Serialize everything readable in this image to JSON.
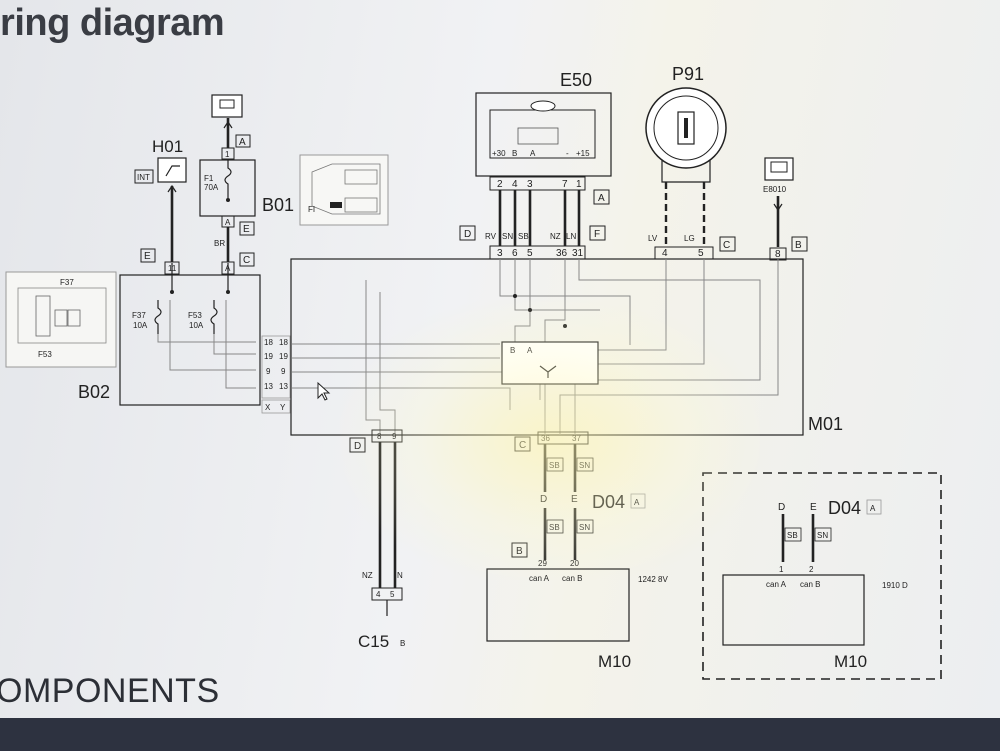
{
  "page": {
    "title": "iring diagram",
    "section_heading": "OMPONENTS"
  },
  "components": {
    "H01": {
      "name": "H01",
      "switch_label": "INT",
      "pin": "11",
      "conn": "E"
    },
    "B01": {
      "name": "B01",
      "fuse": "F1",
      "rating": "70A",
      "conn_a_top": "A",
      "pin_top": "1",
      "conn_a": "A",
      "conn_e": "E",
      "wire": "BR",
      "pin_bottom": "A",
      "conn_c": "C"
    },
    "B02": {
      "name": "B02",
      "fuse1": "F37",
      "fuse1_rating": "10A",
      "fuse2": "F53",
      "fuse2_rating": "10A",
      "thumb_top": "F37",
      "thumb_bottom": "F53",
      "conn_x": "X",
      "conn_y": "Y",
      "pins_left": [
        "18",
        "19",
        "9",
        "13"
      ],
      "pins_right": [
        "18",
        "19",
        "9",
        "13"
      ]
    },
    "fuse_thumb": {
      "label": "FI"
    },
    "E50": {
      "name": "E50",
      "top_labels": [
        "+30",
        "B",
        "A",
        "-",
        "+15"
      ],
      "pins": [
        "2",
        "4",
        "3",
        "7",
        "1"
      ],
      "conn": "A",
      "wires": [
        "RV",
        "SN",
        "SB",
        "NZ",
        "LN"
      ],
      "bottom_pins": [
        "3",
        "6",
        "5",
        "36",
        "31"
      ],
      "conn_d": "D",
      "conn_f": "F"
    },
    "P91": {
      "name": "P91",
      "wires": [
        "LV",
        "LG"
      ],
      "pins": [
        "4",
        "5"
      ],
      "conn": "C"
    },
    "E8010": {
      "name": "E8010",
      "pin": "8",
      "conn": "B"
    },
    "M01": {
      "name": "M01",
      "can_labels": [
        "B",
        "A"
      ]
    },
    "C15": {
      "name": "C15",
      "suffix": "B",
      "conn": "D",
      "top_pins": [
        "8",
        "9"
      ],
      "wires": [
        "NZ",
        "N"
      ],
      "bottom_pins": [
        "4",
        "5"
      ]
    },
    "D04_left": {
      "name": "D04",
      "suffix": "A",
      "conn_c": "C",
      "top_pins": [
        "36",
        "37"
      ],
      "wires_top": [
        "SB",
        "SN"
      ],
      "pins_de": [
        "D",
        "E"
      ],
      "wires_bottom": [
        "SB",
        "SN"
      ],
      "conn_b": "B",
      "bottom_pins": [
        "29",
        "20"
      ]
    },
    "M10_left": {
      "name": "M10",
      "can_a": "can A",
      "can_b": "can B",
      "variant": "1242 8V"
    },
    "D04_right": {
      "name": "D04",
      "suffix": "A",
      "pins_de": [
        "D",
        "E"
      ],
      "wires": [
        "SB",
        "SN"
      ],
      "bottom_pins": [
        "1",
        "2"
      ]
    },
    "M10_right": {
      "name": "M10",
      "can_a": "can A",
      "can_b": "can B",
      "variant": "1910 D"
    }
  }
}
